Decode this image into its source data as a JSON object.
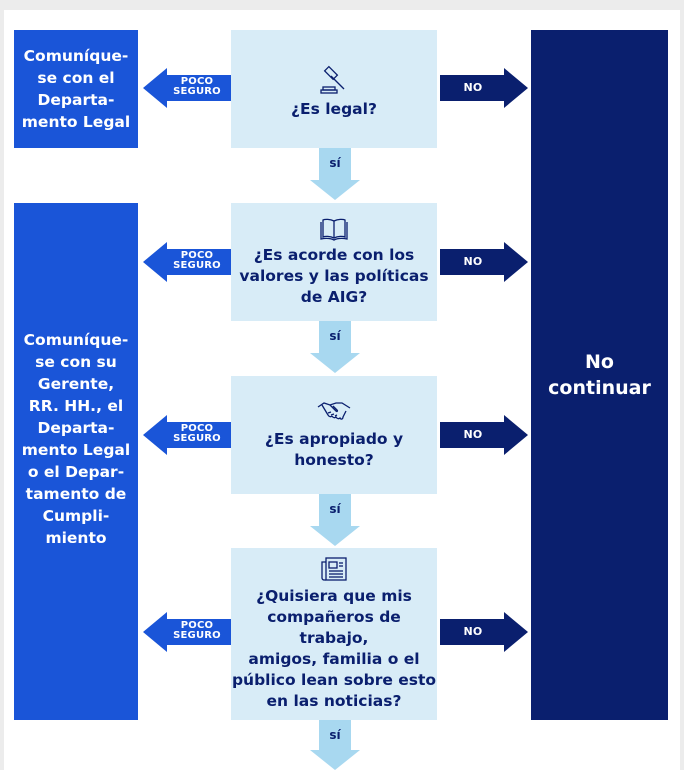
{
  "left_top_box": "Comuníque-\nse con el\nDeparta-\nmento Legal",
  "left_big_box": "Comuníque-\nse con su\nGerente,\nRR. HH., el\nDeparta-\nmento Legal\no el Depar-\ntamento de\nCumpli-\nmiento",
  "right_box": "No\ncontinuar",
  "arrow_left_label": "POCO\nSEGURO",
  "arrow_right_label": "NO",
  "down_label": "sí",
  "questions": [
    {
      "icon": "gavel-icon",
      "text": "¿Es legal?"
    },
    {
      "icon": "book-icon",
      "text": "¿Es acorde con los\nvalores y las políticas\nde AIG?"
    },
    {
      "icon": "handshake-icon",
      "text": "¿Es apropiado y\nhonesto?"
    },
    {
      "icon": "newspaper-icon",
      "text": "¿Quisiera que mis\ncompañeros de trabajo,\namigos, familia o el\npúblico lean sobre esto\nen las noticias?"
    }
  ],
  "colors": {
    "question_bg": "#d8ecf7",
    "left_boxes": "#1a55d8",
    "right_box": "#0a1f6e",
    "down_arrow": "#a8d8f0"
  }
}
